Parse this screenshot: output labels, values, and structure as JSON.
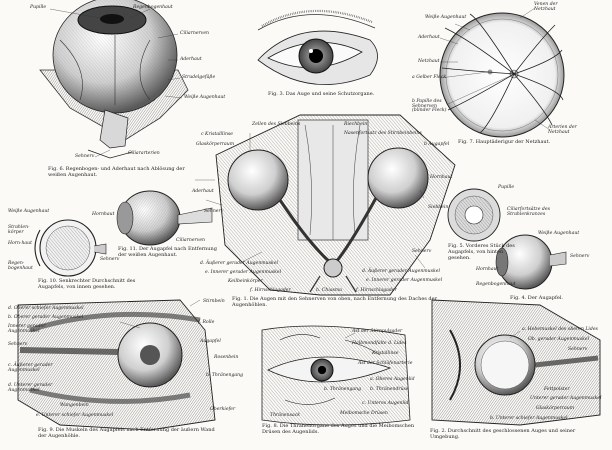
{
  "figures": {
    "fig6": {
      "caption": "Fig. 6.  Regenbogen- und Aderhaut nach Ablösung der weißen Augenhaut.",
      "labels": {
        "pupille": "Pupille",
        "regenbogenhaut": "Regenbogenhaut",
        "ciliarnerven": "Ciliarnerven",
        "aderhaut": "Aderhaut",
        "strudelgefaesse": "Strudelgefäße",
        "weisse_augenhaut": "Weiße Augenhaut",
        "sehnerv": "Sehnerv",
        "ciliararterien": "Ciliararterien"
      }
    },
    "fig3": {
      "caption": "Fig. 3.  Das Auge und seine Schutzorgane."
    },
    "fig7": {
      "caption": "Fig. 7.  Hauptäderigur der Netzhaut.",
      "labels": {
        "weisse_augenhaut": "Weiße Augenhaut",
        "venen": "Venen der Netzhaut",
        "aderhaut": "Aderhaut",
        "netzhaut": "Netzhaut",
        "gelber_fleck": "a Gelber Fleck",
        "papille": "b Papille des Sehnerven (blinder Fleck)",
        "arterien": "Arterien der Netzhaut"
      }
    },
    "fig1": {
      "caption": "Fig. 1.  Die Augen mit den Sehnerven von oben, nach Entfernung des Daches der Augenhöhlen.",
      "labels": {
        "zellen_siebbein": "Zellen des Siebbeins",
        "riechbein": "Riechbein",
        "kristalllinse": "c Kristalllinse",
        "glaskoerperraum": "Glaskörperraum",
        "nasenfortsatz": "Nasenfortsatz des Stirnbeinbeins",
        "augapfel": "b Augapfel",
        "aeusserer_gerader": "d. Äußerer gerader Augenmuskel",
        "innerer_gerader": "e. Innerer gerader Augenmuskel",
        "keilbeinkoerper": "Keilbeinkörper",
        "hirnschlagader": "f. Hirnschlagader",
        "chiasma": "h. Chiasma",
        "hirnschlagader2": "f. Hirnschlagader",
        "aeusserer_gerader_r": "d. Äußerer gerader Augenmuskel",
        "innerer_gerader_r": "e. Innerer gerader Augenmuskel",
        "sehnerv": "Sehnerv",
        "hornhaut": "Hornhaut",
        "siebbein": "Siebbein"
      }
    },
    "fig11": {
      "caption": "Fig. 11.  Der Augapfel nach Entfernung der weißen Augenhaut.",
      "labels": {
        "aderhaut": "Aderhaut",
        "hornhaut": "Hornhaut",
        "ciliarnerven": "Ciliarnerven",
        "sehnerv": "Sehnerv"
      }
    },
    "fig10": {
      "caption": "Fig. 10.  Senkrechter Durchschnitt des Augapfels, von innen gesehen.",
      "labels": {
        "weisse_augenhaut": "Weiße Augenhaut",
        "strahlen_koerper": "Strahlen-körper",
        "hornhaut": "Horn-haut",
        "regenbogenhaut": "Regen-bogenhaut",
        "sehnerv": "Sehnerv"
      }
    },
    "fig5": {
      "caption": "Fig. 5.  Vorderes Stück des Augapfels, von hinten gesehen.",
      "labels": {
        "pupille": "Pupille",
        "ciliarfortsaetze": "Ciliarfortsätze des Strahlenkranzes"
      }
    },
    "fig4": {
      "caption": "Fig. 4.  Der Augapfel.",
      "labels": {
        "weisse_augenhaut": "Weiße Augenhaut",
        "sehnerv": "Sehnerv",
        "hornhaut": "Hornhaut",
        "regenbogenhaut": "Regenbogenhaut"
      }
    },
    "fig9": {
      "caption": "Fig. 9.  Die Muskeln des Augapfels nach Entfernung der äußern Wand der Augenhöhle.",
      "labels": {
        "oberer_schiefer": "d. Oberer schiefer Augenmuskel",
        "oberer_gerader": "b. Oberer gerader Augenmuskel",
        "innerer_gerader": "Innerer gerader Augenmuskel",
        "sehnerv": "Sehnerv",
        "aeusserer_gerader": "c. Äußerer gerader Augenmuskel",
        "unterer_gerader": "d. Unterer gerader Augenmuskel",
        "wangenbein": "Wangenbein",
        "unterer_schiefer": "e. Unterer schiefer Augenmuskel",
        "stirnbein": "Stirnbein",
        "rolle": "f. Rolle",
        "augapfel": "Augapfel",
        "rosenbein": "Rosenbein",
        "thraenengang": "b. Thränengang",
        "oberkiefer": "Oberkiefer"
      }
    },
    "fig8": {
      "caption": "Fig. 8.  Die Thränenorgane des Auges und die Meibomschen Drüsen des Augenlids.",
      "labels": {
        "ast_stirnpulsader": "Ast der Stirnpulsader",
        "halbmondfalte": "Halbmondfalte d. Lides",
        "kristallinse": "Kristallinse",
        "ast_schlaefenarterie": "Ast der Schläfenarterie",
        "oberes_augenlid": "a. Oberes Augenlid",
        "thraenendruese": "b. Thränendrüse",
        "unteres_augenlid": "c. Unteres Augenlid",
        "meibomsche_druesen": "Meibomsche Drüsen",
        "thraenengang": "b. Thränengang",
        "thraenensack": "Thränensack"
      }
    },
    "fig2": {
      "caption": "Fig. 2.  Durchschnitt des geschlossenen Auges und seiner Umgebung.",
      "labels": {
        "hebemuskel": "a. Hebemuskel des oberen Lides",
        "ob_gerader": "Ob. gerader Augenmuskel",
        "sehnerv": "Sehnerv",
        "fettpolster": "Fettpolster",
        "unterer_gerader": "Unterer gerader Augenmuskel",
        "glaskoerperraum": "Glaskörperraum",
        "unterer_schiefer": "b. Unterer schiefer Augenmuskel"
      }
    }
  }
}
